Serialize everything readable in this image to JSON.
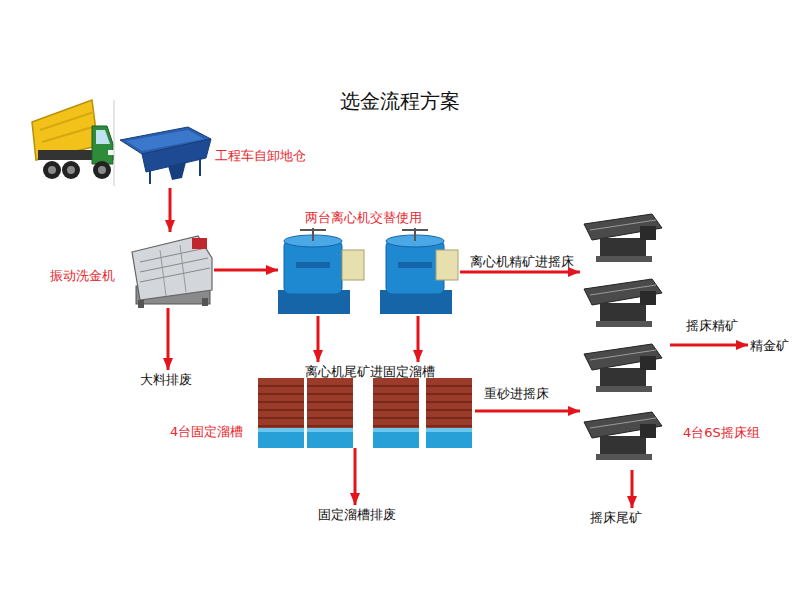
{
  "diagram": {
    "title": "选金流程方案",
    "nodes": [
      {
        "text": [
          "工程车自卸地仓"
        ]
      },
      {
        "text": [
          "振动洗金机"
        ]
      },
      {
        "text": [
          "两台离心机交替使用"
        ]
      },
      {
        "text": [
          "大料排废"
        ]
      },
      {
        "text": [
          "4台固定溜槽"
        ]
      },
      {
        "text": [
          "4台6S摇床组"
        ]
      },
      {
        "text": [
          "精金矿"
        ]
      },
      {
        "text": [
          "固定溜槽排废"
        ]
      },
      {
        "text": [
          "摇床尾矿"
        ]
      }
    ],
    "edges": [
      {
        "from": 0,
        "to": 1,
        "arrow": "to"
      },
      {
        "from": 1,
        "to": 2,
        "arrow": "to"
      },
      {
        "from": 1,
        "to": 3,
        "arrow": "to"
      },
      {
        "from": 2,
        "to": 5,
        "label": "离心机精矿进摇床",
        "arrow": "to"
      },
      {
        "from": 2,
        "to": 4,
        "label": "离心机尾矿进固定溜槽",
        "arrow": "to"
      },
      {
        "from": 2,
        "to": 4,
        "arrow": "to"
      },
      {
        "from": 4,
        "to": 5,
        "label": "重砂进摇床",
        "arrow": "to"
      },
      {
        "from": 4,
        "to": 7,
        "arrow": "to"
      },
      {
        "from": 5,
        "to": 6,
        "label": "摇床精矿",
        "arrow": "to"
      },
      {
        "from": 5,
        "to": 8,
        "arrow": "to"
      }
    ]
  }
}
